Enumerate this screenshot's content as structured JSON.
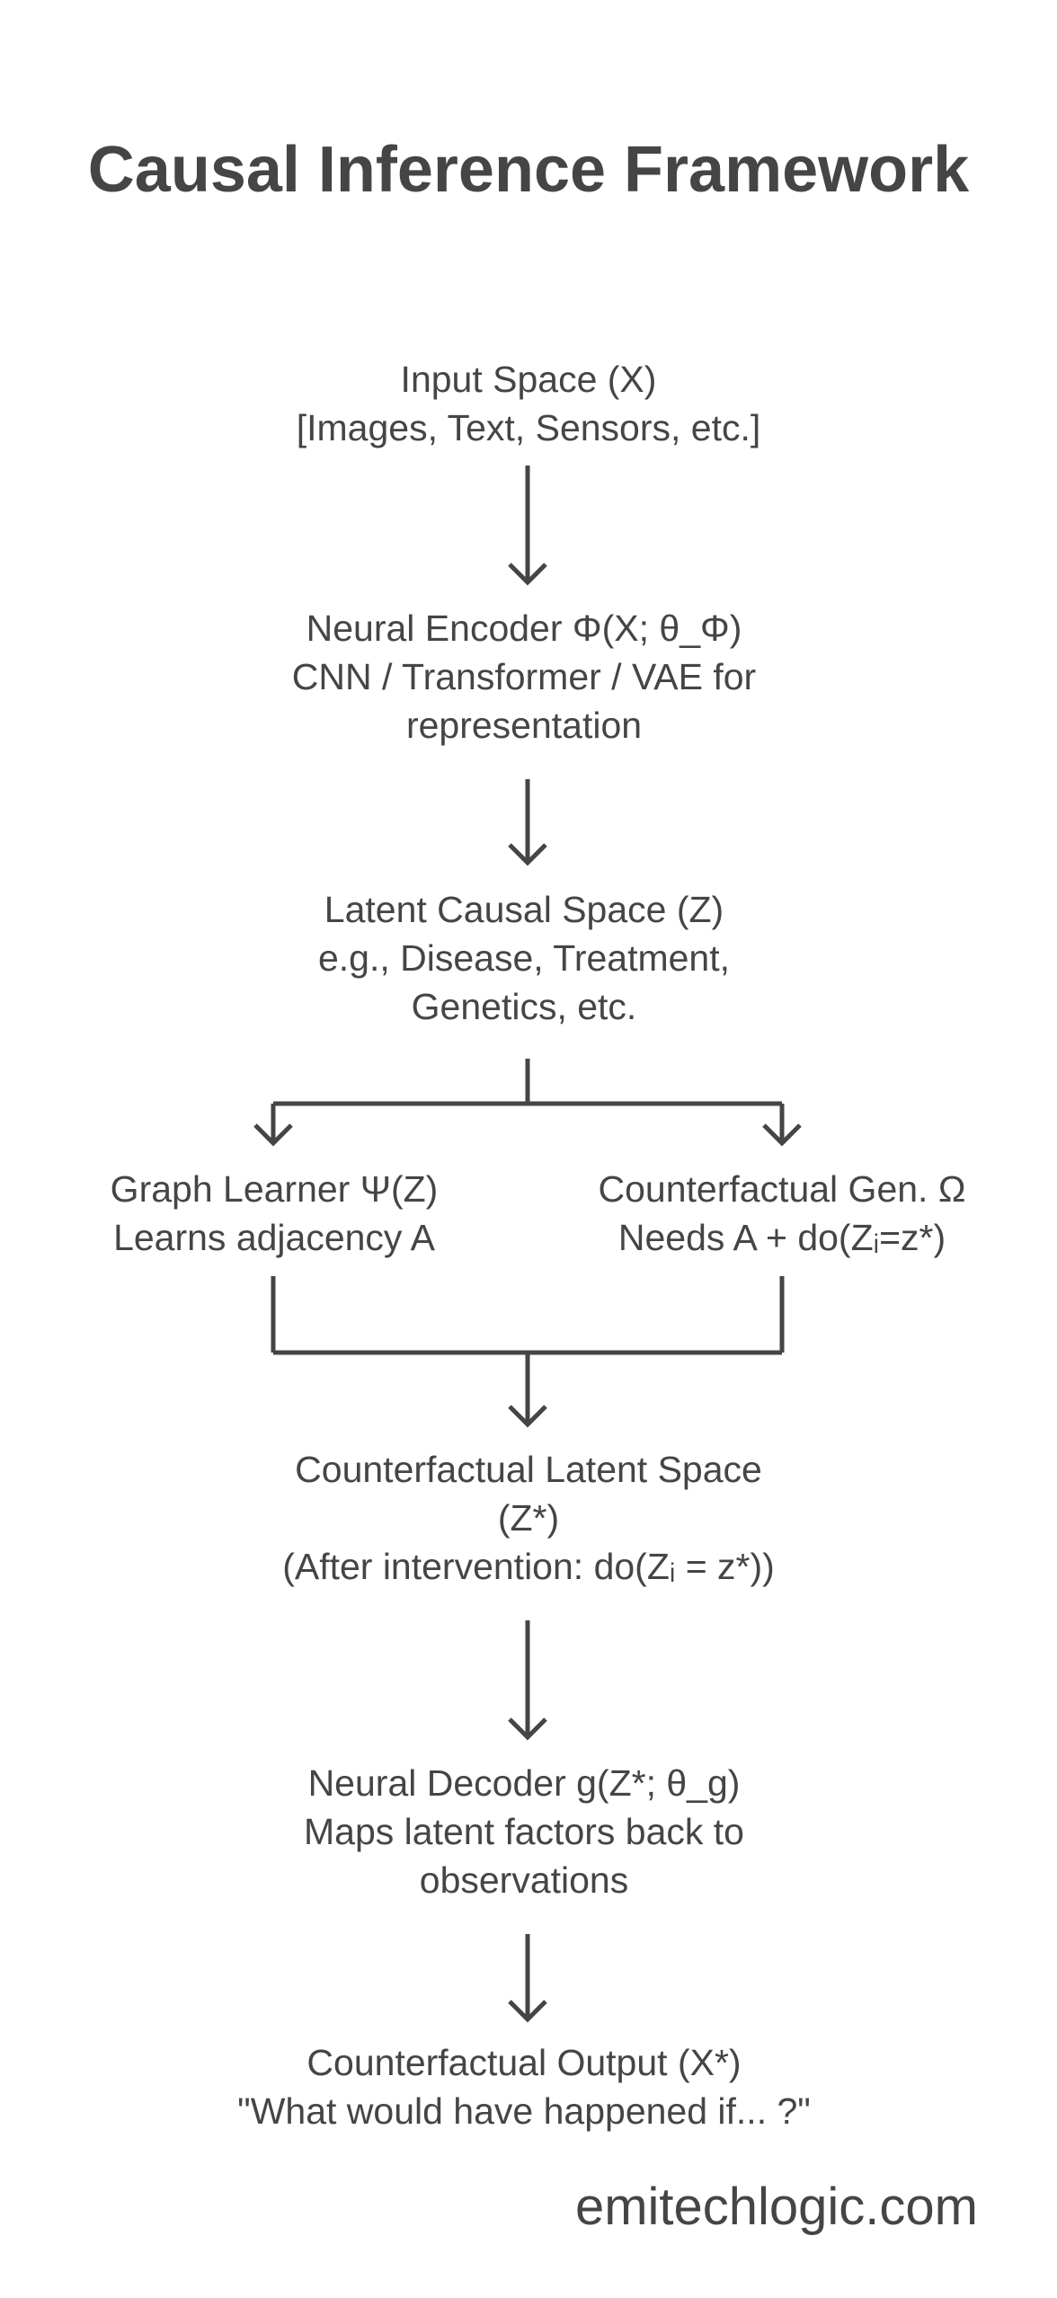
{
  "title": "Causal Inference Framework",
  "nodes": {
    "input": {
      "line1": "Input Space (X)",
      "line2": "[Images, Text, Sensors, etc.]"
    },
    "encoder": {
      "line1": "Neural Encoder Φ(X; θ_Φ)",
      "line2": "CNN / Transformer / VAE for",
      "line3": "representation"
    },
    "latent": {
      "line1": "Latent Causal Space (Z)",
      "line2": "e.g., Disease, Treatment,",
      "line3": "Genetics, etc."
    },
    "graph_learner": {
      "line1": "Graph Learner Ψ(Z)",
      "line2": "Learns adjacency A"
    },
    "counterfactual_gen": {
      "line1": "Counterfactual Gen. Ω",
      "line2": "Needs A + do(Zᵢ=z*)"
    },
    "cf_latent": {
      "line1": "Counterfactual Latent Space",
      "line2": "(Z*)",
      "line3": "(After intervention: do(Zᵢ = z*))"
    },
    "decoder": {
      "line1": "Neural Decoder g(Z*; θ_g)",
      "line2": "Maps latent factors back to",
      "line3": "observations"
    },
    "output": {
      "line1": "Counterfactual Output (X*)",
      "line2": "\"What would have happened if... ?\""
    }
  },
  "watermark": "emitechlogic.com",
  "colors": {
    "text": "#454545",
    "lines": "#454545",
    "background": "#ffffff"
  }
}
